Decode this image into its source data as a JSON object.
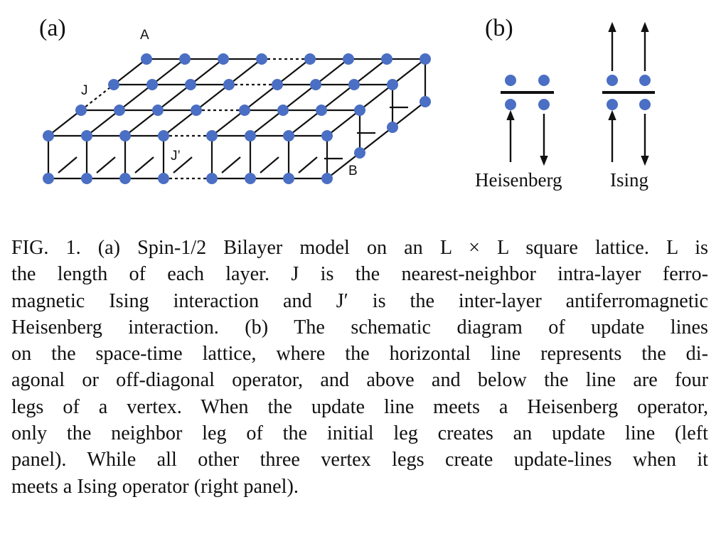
{
  "figure": {
    "panel_a_label": "(a)",
    "panel_b_label": "(b)",
    "lattice_labels": {
      "A": "A",
      "B": "B",
      "J": "J",
      "J_prime": "J’"
    },
    "legend": {
      "heisenberg": "Heisenberg",
      "ising": "Ising"
    },
    "colors": {
      "site": "#4a6fc4",
      "line": "#111111",
      "background": "#ffffff"
    }
  },
  "caption": {
    "lines": [
      "FIG. 1. (a) Spin-1/2 Bilayer model on an L × L square lattice. L is",
      "the length of each layer. J is the nearest-neighbor intra-layer ferro-",
      "magnetic Ising interaction and J′ is the inter-layer antiferromagnetic",
      "Heisenberg interaction. (b) The schematic diagram of update lines",
      "on the space-time lattice, where the horizontal line represents the di-",
      "agonal or off-diagonal operator, and above and below the line are four",
      "legs of a vertex. When the update line meets a Heisenberg operator,",
      "only the neighbor leg of the initial leg creates an update line (left",
      "panel). While all other three vertex legs create update-lines when it",
      "meets a Ising operator (right panel)."
    ]
  }
}
